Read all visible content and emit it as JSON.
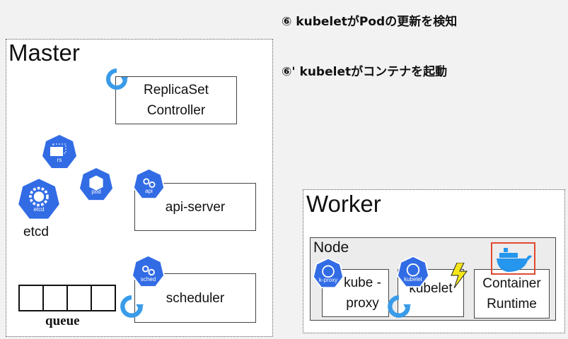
{
  "headings": [
    "⑥ kubeletがPodの更新を検知",
    "⑥' kubeletがコンテナを起動"
  ],
  "master": {
    "title": "Master",
    "replicaset": "ReplicaSet Controller",
    "rs_icon": "rs",
    "pod_icon": "pod",
    "etcd_icon": "etcd",
    "etcd_label": "etcd",
    "api_icon": "api",
    "api_server": "api-server",
    "sched_icon": "sched",
    "scheduler": "scheduler",
    "queue": "queue"
  },
  "worker": {
    "title": "Worker",
    "node": "Node",
    "kproxy_icon": "k-proxy",
    "kube_proxy": "kube -proxy",
    "kubelet_icon": "kubelet",
    "kubelet": "kubelet",
    "container_runtime": "Container Runtime"
  },
  "colors": {
    "k8s_blue": "#326ce5",
    "refresh": "#3a9be8",
    "docker": "#2496ed",
    "highlight": "#e04a2f",
    "bolt": "#f5e619"
  }
}
